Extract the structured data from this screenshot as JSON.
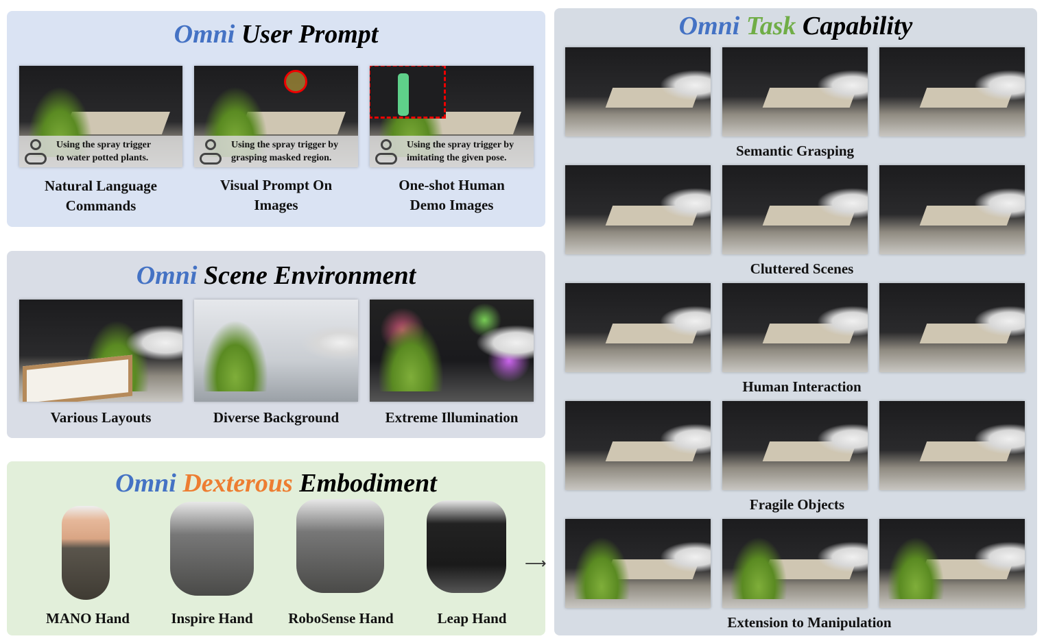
{
  "colors": {
    "omni": "#4472c4",
    "task": "#70ad47",
    "dexterous": "#ed7d31"
  },
  "user_prompt": {
    "title_omni": "Omni",
    "title_rest": "User Prompt",
    "items": [
      {
        "caption_line1": "Using the spray trigger",
        "caption_line2": "to water potted plants.",
        "label_line1": "Natural Language",
        "label_line2": "Commands"
      },
      {
        "caption_line1": "Using the spray trigger by",
        "caption_line2": "grasping masked region.",
        "label_line1": "Visual Prompt On",
        "label_line2": "Images"
      },
      {
        "caption_line1": "Using the spray trigger by",
        "caption_line2": "imitating the given pose.",
        "label_line1": "One-shot Human",
        "label_line2": "Demo Images"
      }
    ]
  },
  "scene": {
    "title_omni": "Omni",
    "title_rest": "Scene Environment",
    "labels": [
      "Various Layouts",
      "Diverse Background",
      "Extreme Illumination"
    ]
  },
  "embodiment": {
    "title_omni": "Omni",
    "title_dex": "Dexterous",
    "title_rest": "Embodiment",
    "labels": [
      "MANO Hand",
      "Inspire Hand",
      "RoboSense Hand",
      "Leap Hand"
    ]
  },
  "task": {
    "title_omni": "Omni",
    "title_task": "Task",
    "title_rest": "Capability",
    "rows": [
      "Semantic Grasping",
      "Cluttered Scenes",
      "Human Interaction",
      "Fragile Objects",
      "Extension to Manipulation"
    ]
  }
}
